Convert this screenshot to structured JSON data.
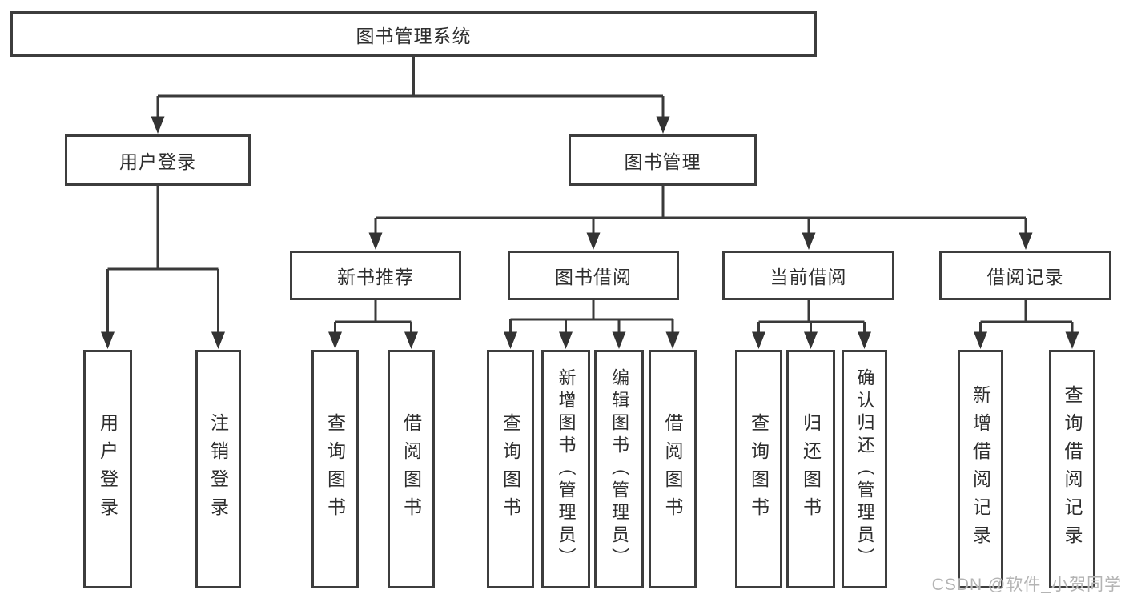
{
  "diagram": {
    "type": "tree-diagram",
    "root": {
      "label": "图书管理系统"
    },
    "level2": [
      {
        "id": "user-login",
        "label": "用户登录"
      },
      {
        "id": "book-management",
        "label": "图书管理"
      }
    ],
    "level3": [
      {
        "id": "new-book-recommend",
        "label": "新书推荐"
      },
      {
        "id": "book-borrow",
        "label": "图书借阅"
      },
      {
        "id": "current-borrow",
        "label": "当前借阅"
      },
      {
        "id": "borrow-records",
        "label": "借阅记录"
      }
    ],
    "leaves": {
      "user_login": [
        {
          "label": "用户登录"
        },
        {
          "label": "注销登录"
        }
      ],
      "new_book_recommend": [
        {
          "label": "查询图书"
        },
        {
          "label": "借阅图书"
        }
      ],
      "book_borrow": [
        {
          "label": "查询图书"
        },
        {
          "label": "新增图书（管理员）"
        },
        {
          "label": "编辑图书（管理员）"
        },
        {
          "label": "借阅图书"
        }
      ],
      "current_borrow": [
        {
          "label": "查询图书"
        },
        {
          "label": "归还图书"
        },
        {
          "label": "确认归还（管理员）"
        }
      ],
      "borrow_records": [
        {
          "label": "新增借阅记录"
        },
        {
          "label": "查询借阅记录"
        }
      ]
    }
  },
  "watermark": "CSDN @软件_小贺同学",
  "colors": {
    "line": "#3a3a3a",
    "box_border": "#3d3d3d",
    "text": "#2e2e2e",
    "watermark": "#b4b4b4",
    "background": "#ffffff"
  }
}
